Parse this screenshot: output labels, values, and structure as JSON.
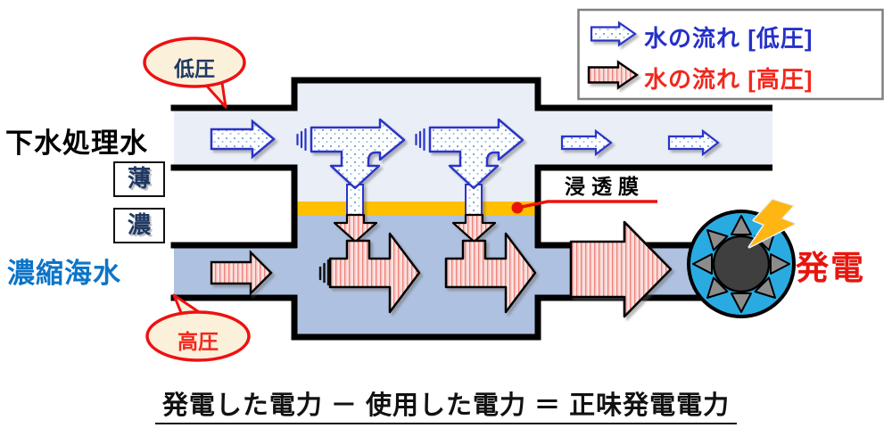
{
  "legend": {
    "items": [
      {
        "label": "水の流れ [低圧]",
        "color": "#2430C8",
        "arrow": "dotted-low-pressure"
      },
      {
        "label": "水の流れ [高圧]",
        "color": "#F2271C",
        "arrow": "striped-high-pressure"
      }
    ]
  },
  "labels": {
    "treated_water": "下水処理水",
    "dilute": "薄",
    "dense": "濃",
    "concentrated_seawater": "濃縮海水",
    "low_pressure": "低圧",
    "high_pressure": "高圧",
    "osmotic_membrane": "浸透膜",
    "power_generation": "発電"
  },
  "formula": "発電した電力 － 使用した電力 ＝ 正味発電電力",
  "colors": {
    "low_pressure_blue": "#2430C8",
    "high_pressure_red": "#F2271C",
    "membrane_orange": "#FFC000",
    "turbine_blue": "#29ABE2",
    "turbine_hub_gray": "#3F3F3F",
    "lightning_yellow": "#FFB612",
    "top_channel_fill": "#E9EEF7",
    "bottom_channel_fill": "#AFC1E0",
    "bubble_fill": "#FBF1DB",
    "wall_black": "#000000"
  }
}
